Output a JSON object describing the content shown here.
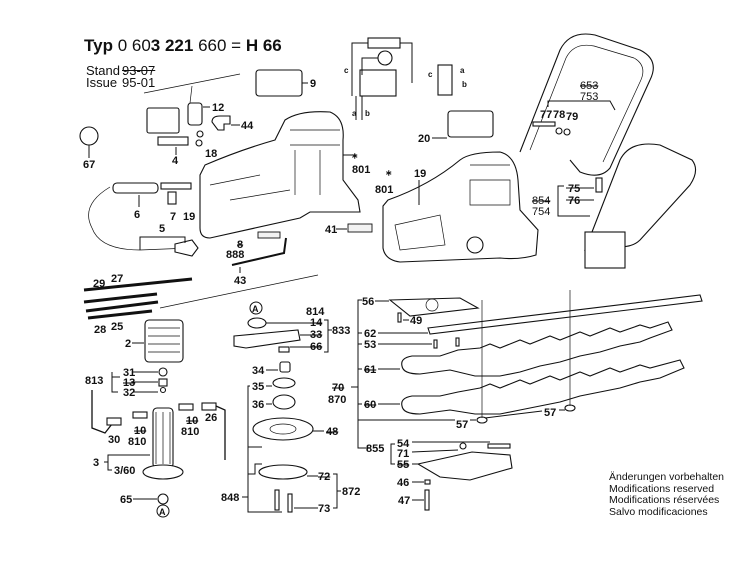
{
  "header": {
    "typ_label": "Typ",
    "typ_prefix": "0 60",
    "typ_bold1": "3 221",
    "typ_suffix": "660 =",
    "model": "H 66",
    "stand_label": "Stand",
    "stand_value": "93-07",
    "issue_label": "Issue",
    "issue_value": "95-01"
  },
  "notice": [
    "Änderungen vorbehalten",
    "Modifications reserved",
    "Modifications réservées",
    "Salvo modificaciones"
  ],
  "callouts": {
    "p9": "9",
    "p12": "12",
    "p44": "44",
    "p18": "18",
    "p4": "4",
    "p67": "67",
    "p6": "6",
    "p7": "7",
    "p19a": "19",
    "p5": "5",
    "p8": "8",
    "p888": "888",
    "p43": "43",
    "p41": "41",
    "p801a": "801",
    "p801b": "801",
    "p19b": "19",
    "p20": "20",
    "p653": "653",
    "p753": "753",
    "p77": "77",
    "p78": "78",
    "p79": "79",
    "p75": "75",
    "p76": "76",
    "p854": "854",
    "p754": "754",
    "p29": "29",
    "p27": "27",
    "p28": "28",
    "p25": "25",
    "p2": "2",
    "p813": "813",
    "p31": "31",
    "p13": "13",
    "p32": "32",
    "p30": "30",
    "p10a": "10",
    "p810a": "810",
    "p10b": "10",
    "p810b": "810",
    "p26": "26",
    "p3": "3",
    "p360": "3/60",
    "p65": "65",
    "pA1": "A",
    "pA2": "A",
    "p814": "814",
    "p14": "14",
    "p833": "833",
    "p33": "33",
    "p66": "66",
    "p34": "34",
    "p35": "35",
    "p36": "36",
    "p48": "48",
    "p848": "848",
    "p72": "72",
    "p872": "872",
    "p73": "73",
    "p56": "56",
    "p49": "49",
    "p62": "62",
    "p53": "53",
    "p61": "61",
    "p70": "70",
    "p870": "870",
    "p60": "60",
    "p57a": "57",
    "p57b": "57",
    "p855": "855",
    "p54": "54",
    "p71": "71",
    "p55": "55",
    "p46": "46",
    "p47": "47",
    "wa": "a",
    "wb": "b",
    "wc": "c",
    "wa2": "a",
    "wb2": "b",
    "wc2": "c"
  }
}
